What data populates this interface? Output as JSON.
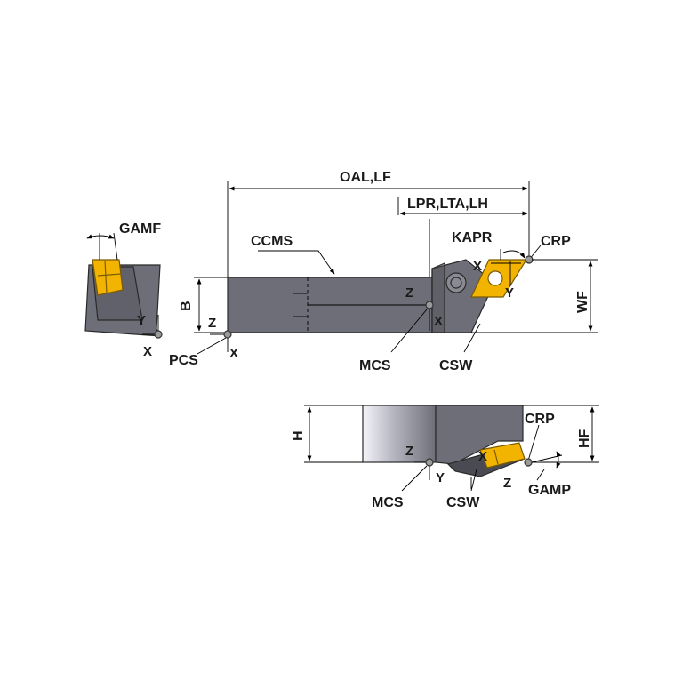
{
  "labels": {
    "gamf": "GAMF",
    "oal_lf": "OAL,LF",
    "lpr_lta_lh": "LPR,LTA,LH",
    "kapr": "KAPR",
    "crp_top": "CRP",
    "ccms": "CCMS",
    "b": "B",
    "wf": "WF",
    "pcs": "PCS",
    "mcs_top": "MCS",
    "csw_top": "CSW",
    "h": "H",
    "hf": "HF",
    "crp_bottom": "CRP",
    "mcs_bottom": "MCS",
    "csw_bottom": "CSW",
    "gamp": "GAMP"
  },
  "axes": {
    "end_view_y": "Y",
    "end_view_x": "X",
    "pcs_z": "Z",
    "pcs_x": "X",
    "mcs_top_z": "Z",
    "mcs_top_x": "X",
    "crp_top_x": "X",
    "crp_top_y": "Y",
    "mcs_bottom_z": "Z",
    "mcs_bottom_y": "Y",
    "crp_bottom_x": "X",
    "crp_bottom_z": "Z"
  },
  "colors": {
    "body": "#6e6e78",
    "insert": "#f2b400",
    "line": "#000000"
  }
}
